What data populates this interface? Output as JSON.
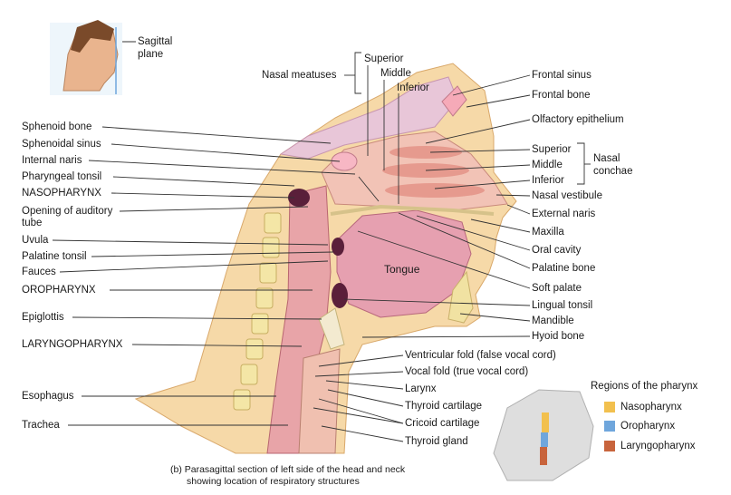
{
  "labels": {
    "sagittal_plane_1": "Sagittal",
    "sagittal_plane_2": "plane",
    "nasal_meatuses": "Nasal meatuses",
    "superior_meatus": "Superior",
    "middle_meatus": "Middle",
    "inferior_meatus": "Inferior",
    "frontal_sinus": "Frontal sinus",
    "frontal_bone": "Frontal bone",
    "olfactory_epithelium": "Olfactory epithelium",
    "superior_concha": "Superior",
    "middle_concha": "Middle",
    "inferior_concha": "Inferior",
    "nasal_conchae_1": "Nasal",
    "nasal_conchae_2": "conchae",
    "nasal_vestibule": "Nasal vestibule",
    "external_naris": "External naris",
    "maxilla": "Maxilla",
    "oral_cavity": "Oral cavity",
    "palatine_bone": "Palatine bone",
    "soft_palate": "Soft palate",
    "lingual_tonsil": "Lingual tonsil",
    "mandible": "Mandible",
    "hyoid_bone": "Hyoid bone",
    "ventricular_fold": "Ventricular fold (false vocal cord)",
    "vocal_fold": "Vocal fold (true vocal cord)",
    "larynx": "Larynx",
    "thyroid_cartilage": "Thyroid cartilage",
    "cricoid_cartilage": "Cricoid cartilage",
    "thyroid_gland": "Thyroid gland",
    "sphenoid_bone": "Sphenoid bone",
    "sphenoidal_sinus": "Sphenoidal sinus",
    "internal_naris": "Internal naris",
    "pharyngeal_tonsil": "Pharyngeal tonsil",
    "nasopharynx": "NASOPHARYNX",
    "auditory_tube_1": "Opening of auditory",
    "auditory_tube_2": "tube",
    "uvula": "Uvula",
    "palatine_tonsil": "Palatine tonsil",
    "fauces": "Fauces",
    "oropharynx": "OROPHARYNX",
    "epiglottis": "Epiglottis",
    "laryngopharynx": "LARYNGOPHARYNX",
    "esophagus": "Esophagus",
    "trachea": "Trachea",
    "tongue": "Tongue"
  },
  "caption": {
    "line1": "(b) Parasagittal section of left side of the head and neck",
    "line2": "showing location of respiratory structures"
  },
  "legend": {
    "title": "Regions of the pharynx",
    "items": [
      {
        "label": "Nasopharynx",
        "color": "#f2c04e"
      },
      {
        "label": "Oropharynx",
        "color": "#6fa6dc"
      },
      {
        "label": "Laryngopharynx",
        "color": "#c8643c"
      }
    ]
  }
}
